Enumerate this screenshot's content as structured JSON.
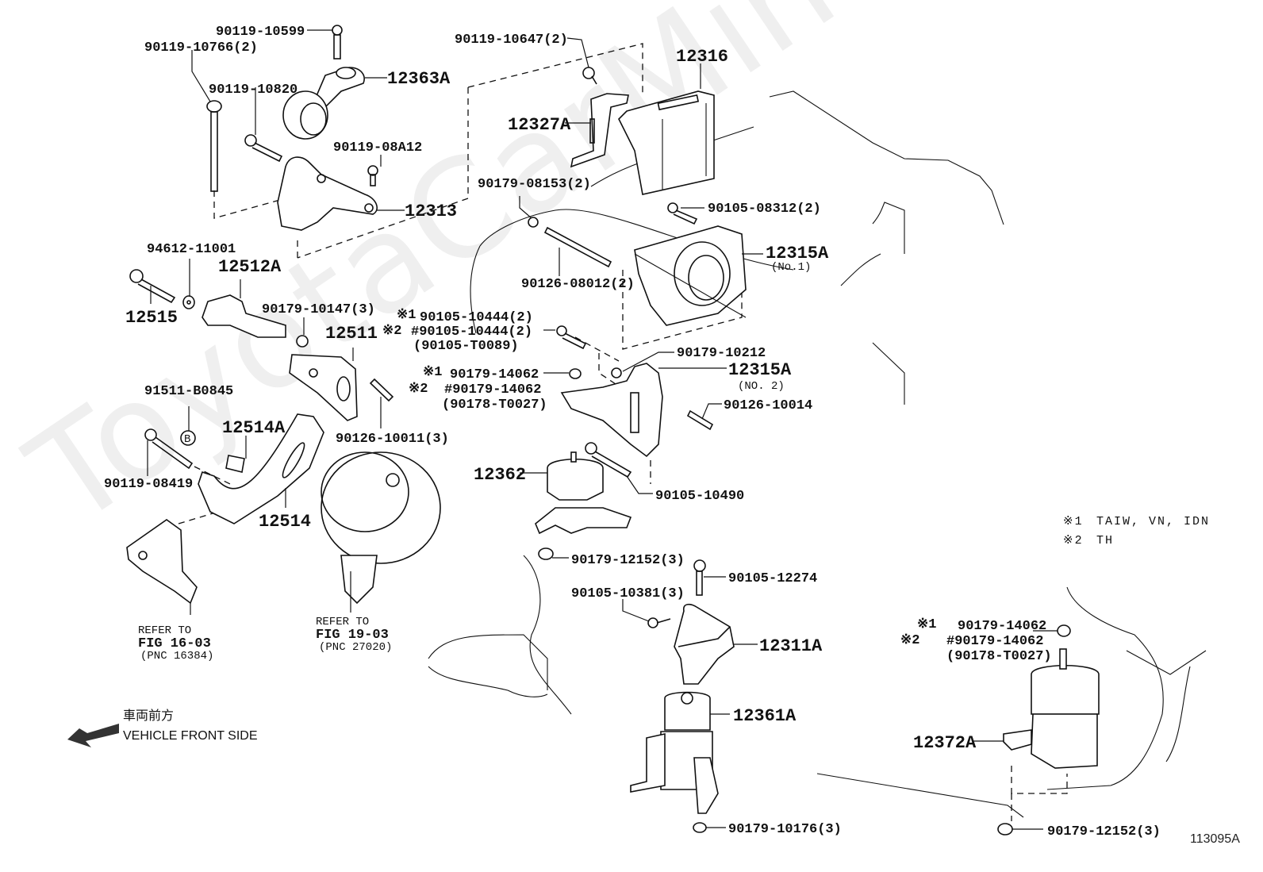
{
  "watermark": "ToyotaCarMine.ru",
  "diagram_code": "113095A",
  "direction": {
    "jp": "車両前方",
    "en": "VEHICLE FRONT SIDE",
    "icon": "arrow-left-icon"
  },
  "legend": [
    {
      "mark": "※1",
      "text": "TAIW, VN, IDN"
    },
    {
      "mark": "※2",
      "text": "TH"
    }
  ],
  "parts": {
    "p90119_10599": "90119-10599",
    "p90119_10766": "90119-10766(2)",
    "p90119_10820": "90119-10820",
    "p12363A": "12363A",
    "p90119_08A12": "90119-08A12",
    "p12313": "12313",
    "p90119_10647": "90119-10647(2)",
    "p12316": "12316",
    "p12327A": "12327A",
    "p90179_08153": "90179-08153(2)",
    "p90105_08312": "90105-08312(2)",
    "p12315A_no1": "12315A",
    "p12315A_no1_sub": "(No.1)",
    "p90126_08012": "90126-08012(2)",
    "p94612_11001": "94612-11001",
    "p12512A": "12512A",
    "p12515": "12515",
    "p90179_10147": "90179-10147(3)",
    "p12511": "12511",
    "p90105_10444_a_mark": "※1",
    "p90105_10444_a": "90105-10444(2)",
    "p90105_10444_b_mark": "※2",
    "p90105_10444_b": "#90105-10444(2)",
    "p90105_T0089": "(90105-T0089)",
    "p90179_10212": "90179-10212",
    "p12315A_no2": "12315A",
    "p12315A_no2_sub": "(NO. 2)",
    "p90179_14062_a_mark": "※1",
    "p90179_14062_a": "90179-14062",
    "p90179_14062_b_mark": "※2",
    "p90179_14062_b": "#90179-14062",
    "p90178_T0027": "(90178-T0027)",
    "p90126_10014": "90126-10014",
    "p91511_B0845": "91511-B0845",
    "p91511_B0845_badge": "B",
    "p12514A": "12514A",
    "p90126_10011": "90126-10011(3)",
    "p90119_08419": "90119-08419",
    "p12514": "12514",
    "p12362": "12362",
    "p90105_10490": "90105-10490",
    "p90179_12152_a": "90179-12152(3)",
    "p90105_12274": "90105-12274",
    "p90105_10381": "90105-10381(3)",
    "p12311A": "12311A",
    "p12361A": "12361A",
    "p90179_10176": "90179-10176(3)",
    "ref1_l1": "REFER TO",
    "ref1_l2": "FIG 16-03",
    "ref1_l3": "(PNC 16384)",
    "ref2_l1": "REFER TO",
    "ref2_l2": "FIG 19-03",
    "ref2_l3": "(PNC 27020)",
    "p90179_14062_c_mark": "※1",
    "p90179_14062_c": "90179-14062",
    "p90179_14062_d_mark": "※2",
    "p90179_14062_d": "#90179-14062",
    "p90178_T0027_b": "(90178-T0027)",
    "p12372A": "12372A",
    "p90179_12152_b": "90179-12152(3)"
  }
}
